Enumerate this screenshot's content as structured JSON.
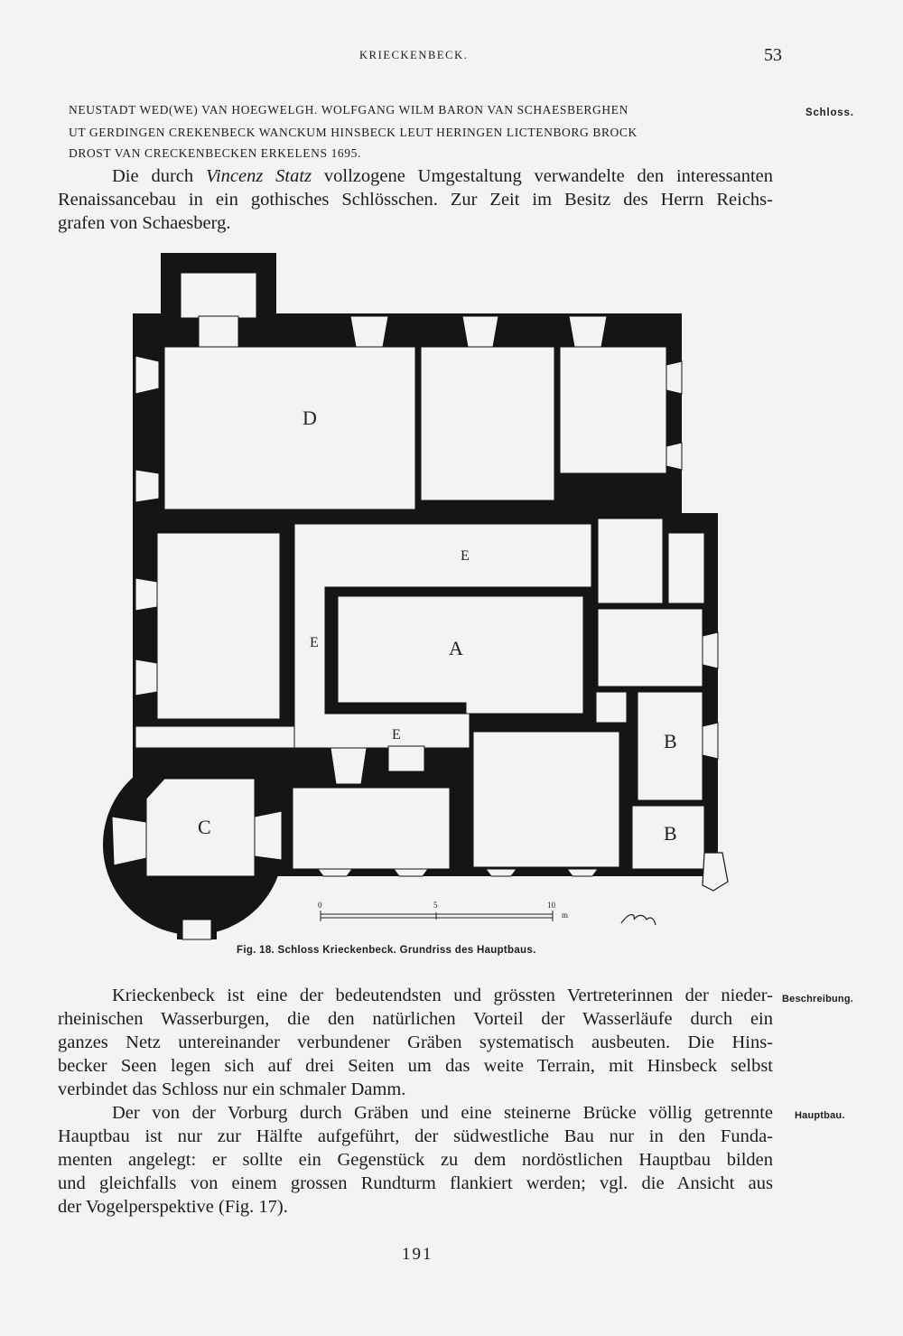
{
  "header": {
    "running_head": "KRIECKENBECK.",
    "page_number": "53"
  },
  "inscription": {
    "line1": "NEUSTADT WED(we) VAN HOEGWELGH. WOLFGANG WILM BARON VAN SCHAESBERGHEN",
    "line2": "UT GERDINGEN CREKENBECK WANCKUM HINSBECK LEUT HERINGEN LICTENBORG BROCK",
    "line3": "DROST VAN CRECKENBECKEN ERKELENS 1695."
  },
  "margin_notes": {
    "schloss": "Schloss.",
    "beschreibung": "Beschreibung.",
    "hauptbau": "Hauptbau."
  },
  "paragraph1": {
    "line1_before": "Die durch ",
    "line1_italic": "Vincenz Statz",
    "line1_after": " vollzogene Umgestaltung verwandelte den interessanten",
    "line2": "Renaissancebau in ein gothisches Schlösschen. Zur Zeit im Besitz des Herrn Reichs-",
    "line3": "grafen von Schaesberg."
  },
  "figure": {
    "caption": "Fig. 18.  Schloss Krieckenbeck.  Grundriss des Hauptbaus.",
    "room_labels": {
      "d": "D",
      "e_top": "E",
      "e_left": "E",
      "e_bottom": "E",
      "a": "A",
      "b_upper": "B",
      "b_lower": "B",
      "c": "C"
    },
    "scale": {
      "zero": "0",
      "five": "5",
      "ten": "10",
      "unit": "m"
    }
  },
  "paragraph2": {
    "lines": [
      "Krieckenbeck ist eine der bedeutendsten und grössten Vertreterinnen der nieder-",
      "rheinischen Wasserburgen, die den natürlichen Vorteil der Wasserläufe durch ein",
      "ganzes Netz untereinander verbundener Gräben systematisch ausbeuten. Die Hins-",
      "becker Seen legen sich auf drei Seiten um das weite Terrain, mit Hinsbeck selbst",
      "verbindet das Schloss nur ein schmaler Damm."
    ]
  },
  "paragraph3": {
    "lines": [
      "Der von der Vorburg durch Gräben und eine steinerne Brücke völlig getrennte",
      "Hauptbau ist nur zur Hälfte aufgeführt, der südwestliche Bau nur in den Funda-",
      "menten angelegt: er sollte ein Gegenstück zu dem nordöstlichen Hauptbau bilden",
      "und gleichfalls von einem grossen Rundturm flankiert werden; vgl. die Ansicht aus",
      "der Vogelperspektive (Fig. 17)."
    ]
  },
  "footer": {
    "signature": "191"
  }
}
